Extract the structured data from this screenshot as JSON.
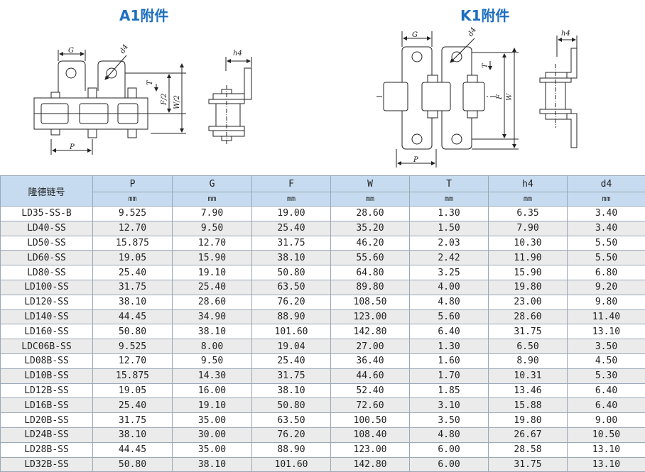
{
  "titles": {
    "a1": "A1附件",
    "k1": "K1附件"
  },
  "labels": {
    "g": "G",
    "d4": "d4",
    "t": "T",
    "f2": "F/2",
    "w2": "W/2",
    "p": "P",
    "h4": "h4",
    "f": "F",
    "w": "W"
  },
  "table": {
    "corner": "隆德链号",
    "headers": [
      "P",
      "G",
      "F",
      "W",
      "T",
      "h4",
      "d4"
    ],
    "unit": "mm",
    "rows": [
      [
        "LD35-SS-B",
        "9.525",
        "7.90",
        "19.00",
        "28.60",
        "1.30",
        "6.35",
        "3.40"
      ],
      [
        "LD40-SS",
        "12.70",
        "9.50",
        "25.40",
        "35.20",
        "1.50",
        "7.90",
        "3.40"
      ],
      [
        "LD50-SS",
        "15.875",
        "12.70",
        "31.75",
        "46.20",
        "2.03",
        "10.30",
        "5.50"
      ],
      [
        "LD60-SS",
        "19.05",
        "15.90",
        "38.10",
        "55.60",
        "2.42",
        "11.90",
        "5.50"
      ],
      [
        "LD80-SS",
        "25.40",
        "19.10",
        "50.80",
        "64.80",
        "3.25",
        "15.90",
        "6.80"
      ],
      [
        "LD100-SS",
        "31.75",
        "25.40",
        "63.50",
        "89.80",
        "4.00",
        "19.80",
        "9.20"
      ],
      [
        "LD120-SS",
        "38.10",
        "28.60",
        "76.20",
        "108.50",
        "4.80",
        "23.00",
        "9.80"
      ],
      [
        "LD140-SS",
        "44.45",
        "34.90",
        "88.90",
        "123.00",
        "5.60",
        "28.60",
        "11.40"
      ],
      [
        "LD160-SS",
        "50.80",
        "38.10",
        "101.60",
        "142.80",
        "6.40",
        "31.75",
        "13.10"
      ],
      [
        "LDC06B-SS",
        "9.525",
        "8.00",
        "19.04",
        "27.00",
        "1.30",
        "6.50",
        "3.50"
      ],
      [
        "LD08B-SS",
        "12.70",
        "9.50",
        "25.40",
        "36.40",
        "1.60",
        "8.90",
        "4.50"
      ],
      [
        "LD10B-SS",
        "15.875",
        "14.30",
        "31.75",
        "44.60",
        "1.70",
        "10.31",
        "5.30"
      ],
      [
        "LD12B-SS",
        "19.05",
        "16.00",
        "38.10",
        "52.40",
        "1.85",
        "13.46",
        "6.40"
      ],
      [
        "LD16B-SS",
        "25.40",
        "19.10",
        "50.80",
        "72.60",
        "3.10",
        "15.88",
        "6.40"
      ],
      [
        "LD20B-SS",
        "31.75",
        "35.00",
        "63.50",
        "100.50",
        "3.50",
        "19.80",
        "9.00"
      ],
      [
        "LD24B-SS",
        "38.10",
        "30.00",
        "76.20",
        "108.40",
        "4.80",
        "26.67",
        "10.50"
      ],
      [
        "LD28B-SS",
        "44.45",
        "35.00",
        "88.90",
        "123.00",
        "6.00",
        "28.58",
        "13.10"
      ],
      [
        "LD32B-SS",
        "50.80",
        "38.10",
        "101.60",
        "142.80",
        "6.00",
        "31.75",
        "13.10"
      ]
    ]
  }
}
